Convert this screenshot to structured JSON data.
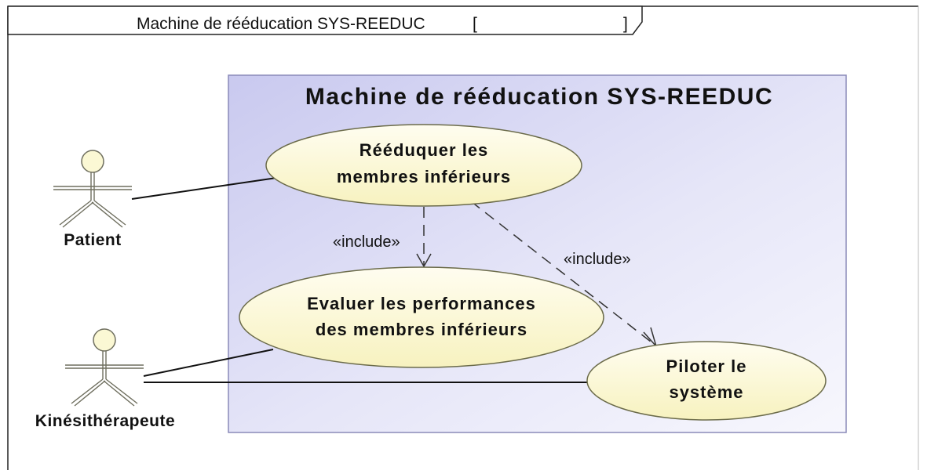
{
  "frame": {
    "title": "Machine de rééducation SYS-REEDUC",
    "bracket_open": "[",
    "bracket_close": "]"
  },
  "system": {
    "title": "Machine de rééducation SYS-REEDUC"
  },
  "actors": {
    "patient": {
      "name": "Patient"
    },
    "kine": {
      "name": "Kinésithérapeute"
    }
  },
  "use_cases": {
    "reeduquer": {
      "line1": "Rééduquer les",
      "line2": "membres inférieurs"
    },
    "evaluer": {
      "line1": "Evaluer les performances",
      "line2": "des membres inférieurs"
    },
    "piloter": {
      "line1": "Piloter le",
      "line2": "système"
    }
  },
  "relations": {
    "include_evaluer": "«include»",
    "include_piloter": "«include»"
  },
  "colors": {
    "use_case_fill": "#fbf8d4",
    "use_case_stroke": "#6b6b4a",
    "system_fill": "#dcdcf4",
    "system_stroke": "#8a8ab8",
    "actor_fill": "#fbf8d4"
  }
}
